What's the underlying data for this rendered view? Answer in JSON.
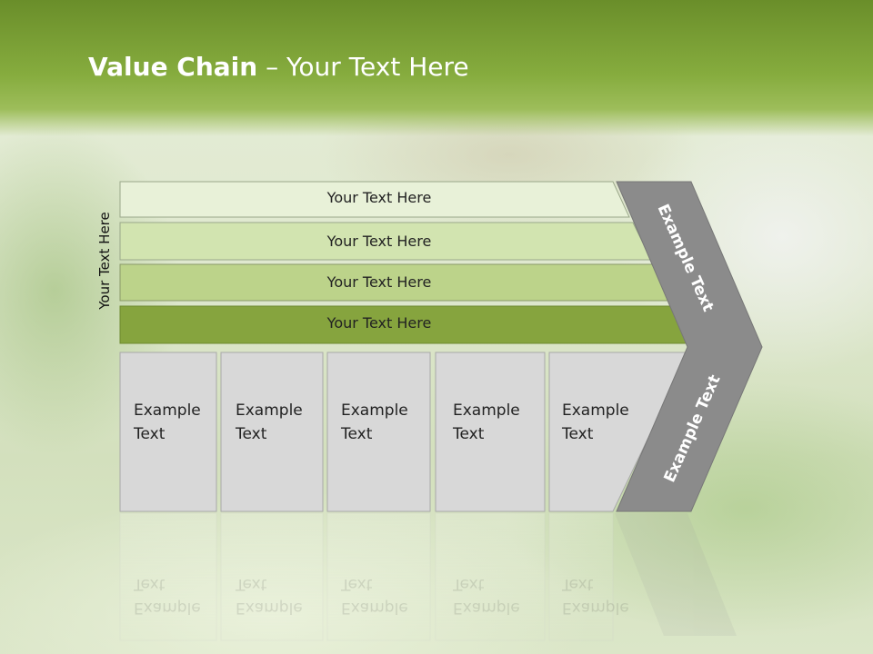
{
  "header": {
    "title_bold": "Value Chain",
    "title_rest": " – Your Text Here"
  },
  "side_label": "Your Text Here",
  "bars": [
    {
      "label": "Your Text Here",
      "color": "#e8f1d8"
    },
    {
      "label": "Your Text Here",
      "color": "#d2e4b0"
    },
    {
      "label": "Your Text Here",
      "color": "#bcd38a"
    },
    {
      "label": "Your Text Here",
      "color": "#86a43e"
    }
  ],
  "boxes": [
    {
      "line1": "Example",
      "line2": "Text"
    },
    {
      "line1": "Example",
      "line2": "Text"
    },
    {
      "line1": "Example",
      "line2": "Text"
    },
    {
      "line1": "Example",
      "line2": "Text"
    },
    {
      "line1": "Example",
      "line2": "Text"
    }
  ],
  "chevron": {
    "upper": "Example Text",
    "lower": "Example Text",
    "color": "#8b8b8b"
  },
  "colors": {
    "header_green": "#7aa23a",
    "box_fill": "#d8d8d8",
    "box_stroke": "#a8a8a8"
  }
}
